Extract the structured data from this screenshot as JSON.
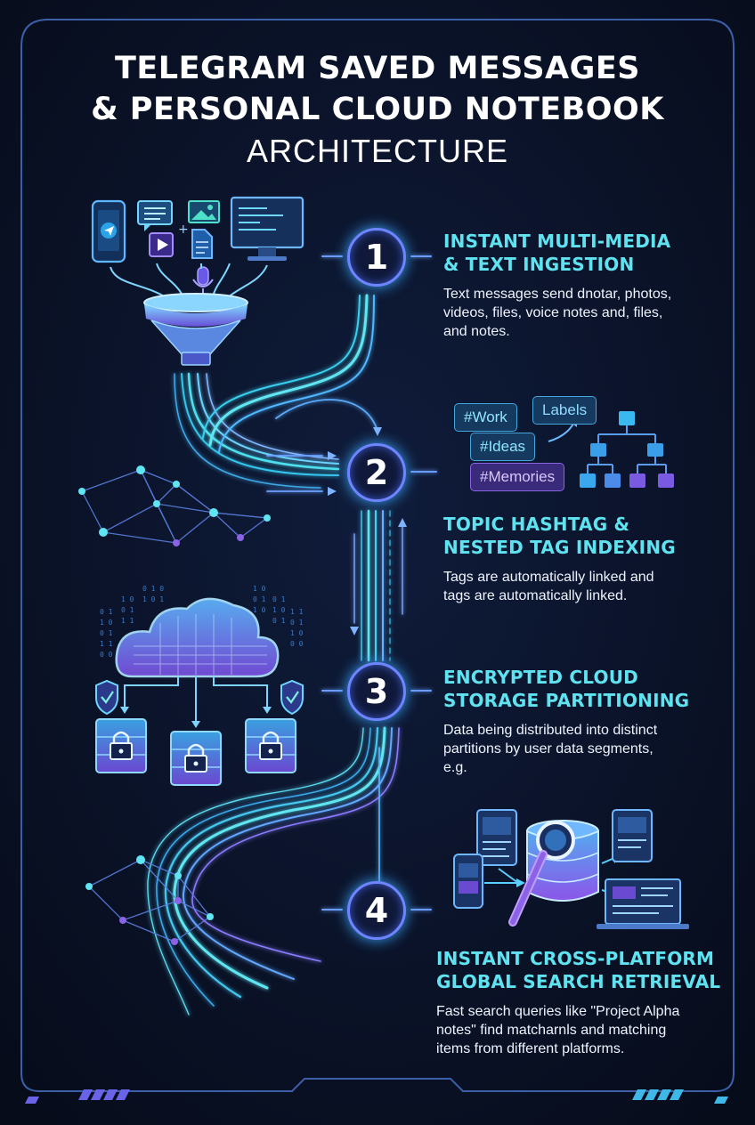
{
  "title": {
    "line1": "TELEGRAM SAVED MESSAGES",
    "line2": "& PERSONAL CLOUD NOTEBOOK",
    "line3": "ARCHITECTURE"
  },
  "steps": [
    {
      "number": "1",
      "title_l1": "INSTANT MULTI-MEDIA",
      "title_l2": "& TEXT INGESTION",
      "desc_l1": "Text messages send dnotar, photos,",
      "desc_l2": "videos, files, voice notes and, files,",
      "desc_l3": "and notes."
    },
    {
      "number": "2",
      "title_l1": "TOPIC HASHTAG &",
      "title_l2": "NESTED TAG INDEXING",
      "desc_l1": "Tags are automatically linked and",
      "desc_l2": "tags are automatically linked."
    },
    {
      "number": "3",
      "title_l1": "ENCRYPTED CLOUD",
      "title_l2": "STORAGE PARTITIONING",
      "desc_l1": "Data being distributed into distinct",
      "desc_l2": "partitions by user data segments,",
      "desc_l3": "e.g."
    },
    {
      "number": "4",
      "title_l1": "INSTANT CROSS-PLATFORM",
      "title_l2": "GLOBAL SEARCH RETRIEVAL",
      "desc_l1": "Fast search queries like \"Project Alpha",
      "desc_l2": "notes\" find matcharnls and matching",
      "desc_l3": "items from different platforms."
    }
  ],
  "tags": {
    "work": "#Work",
    "labels": "Labels",
    "ideas": "#Ideas",
    "memories": "#Memories"
  },
  "colors": {
    "background": "#0a1226",
    "accent_cyan": "#5fe3f0",
    "accent_purple": "#8a63e6",
    "circle_ring": "#6f84ff"
  },
  "icons": [
    "smartphone-telegram-icon",
    "chat-bubble-icon",
    "image-icon",
    "video-icon",
    "document-icon",
    "microphone-icon",
    "desktop-monitor-icon",
    "funnel-icon",
    "network-graph-icon",
    "tag-tree-icon",
    "cloud-server-icon",
    "shield-check-icon",
    "lock-drive-icon",
    "database-search-icon",
    "tablet-icon",
    "laptop-icon"
  ]
}
